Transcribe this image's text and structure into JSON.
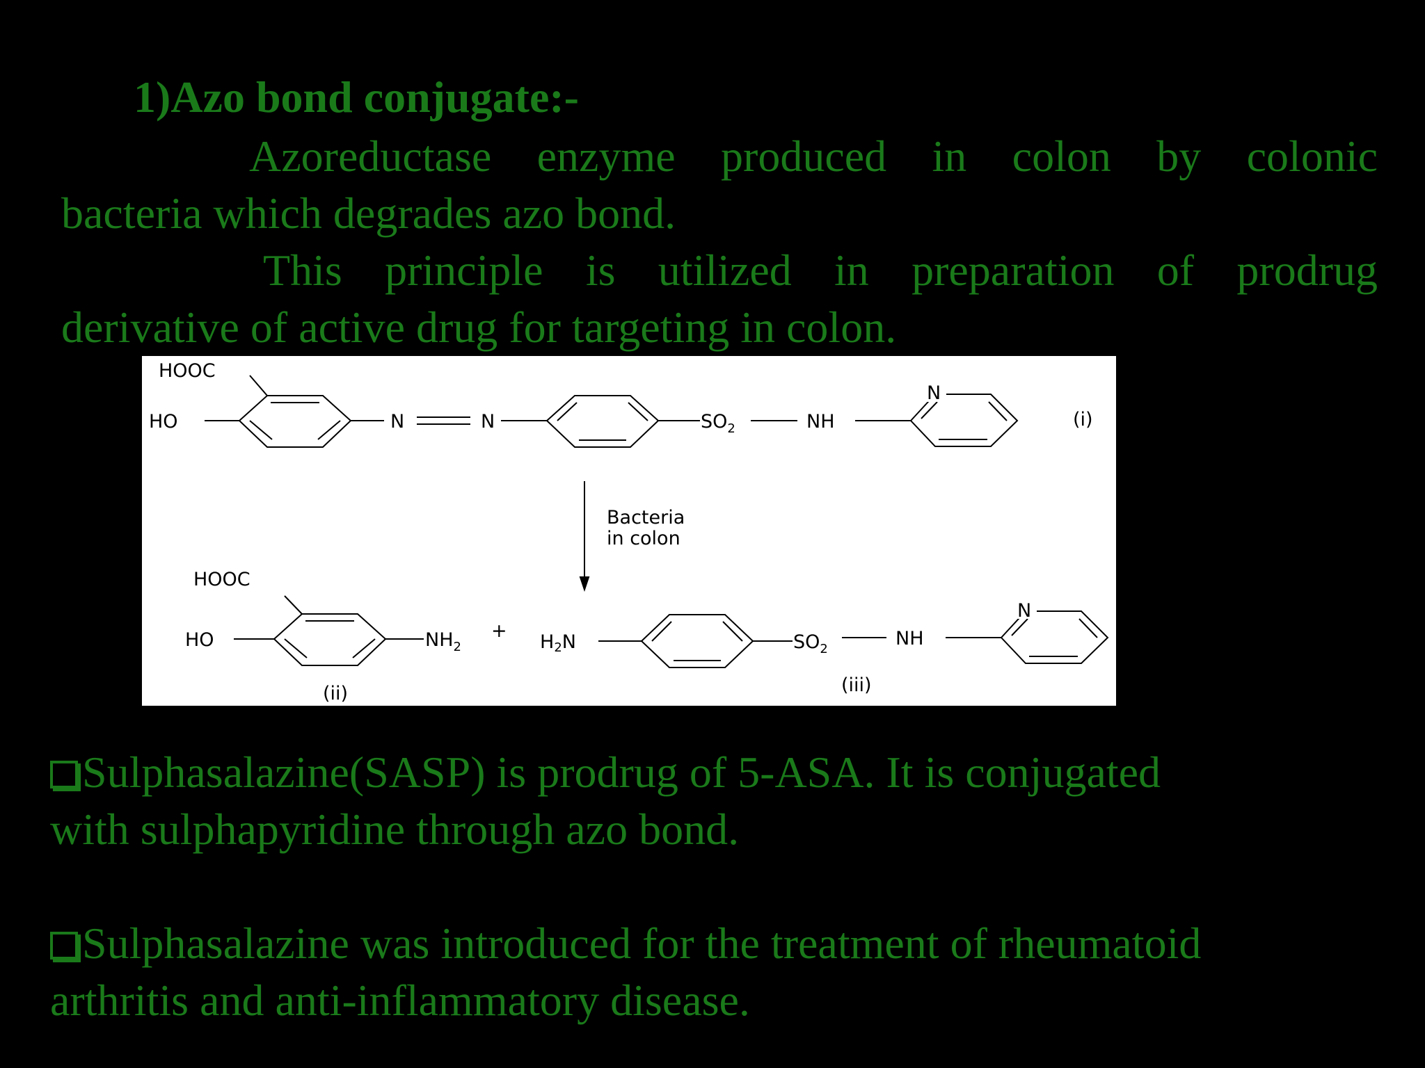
{
  "slide": {
    "title": "1)Azo bond conjugate:-",
    "para1": {
      "line1": "Azoreductase enzyme produced in colon by colonic",
      "line2": "bacteria  which degrades azo bond."
    },
    "para2": {
      "line1": "This principle is utilized in preparation of prodrug",
      "line2": "derivative of active drug for targeting in colon."
    },
    "diagram": {
      "reactant": {
        "hooc": "HOOC",
        "ho": "HO",
        "n1": "N",
        "n2": "N",
        "so2": "SO",
        "so2_sub": "2",
        "nh": "NH",
        "pyridine_n": "N",
        "label": "(i)"
      },
      "arrow_label_1": "Bacteria",
      "arrow_label_2": "in colon",
      "product2": {
        "hooc": "HOOC",
        "ho": "HO",
        "nh2": "NH",
        "nh2_sub": "2",
        "plus": "+",
        "label": "(ii)"
      },
      "product3": {
        "h2n_h": "H",
        "h2n_sub": "2",
        "h2n_n": "N",
        "so2": "SO",
        "so2_sub": "2",
        "nh": "NH",
        "pyridine_n": "N",
        "label": "(iii)"
      }
    },
    "bullets": [
      {
        "line1": "Sulphasalazine(SASP) is prodrug of 5-ASA. It is conjugated",
        "line2": "with sulphapyridine through azo bond."
      },
      {
        "line1": "Sulphasalazine was introduced for the treatment of rheumatoid",
        "line2": "arthritis and anti-inflammatory disease."
      }
    ],
    "colors": {
      "text": "#1a7a1a",
      "background": "#000000",
      "diagram_background": "#ffffff"
    },
    "icons": {
      "bullet": "hollow-square-bullet-icon"
    }
  }
}
